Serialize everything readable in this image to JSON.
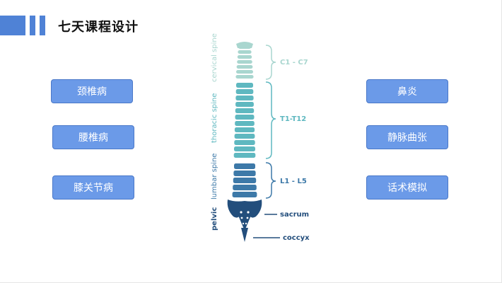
{
  "header": {
    "title": "七天课程设计"
  },
  "left_topics": [
    "颈椎病",
    "腰椎病",
    "膝关节病"
  ],
  "right_topics": [
    "鼻炎",
    "静脉曲张",
    "话术模拟"
  ],
  "spine": {
    "section_labels": {
      "cervical": "cervical spine",
      "thoracic": "thoracic spine",
      "lumbar": "lumbar spine",
      "pelvic": "pelvic"
    },
    "range_labels": {
      "cervical": "C1 - C7",
      "thoracic": "T1-T12",
      "lumbar": "L1 - L5"
    },
    "pointer_labels": {
      "sacrum": "sacrum",
      "coccyx": "coccyx"
    },
    "colors": {
      "cervical": "#a9d6cf",
      "thoracic": "#5fb8c0",
      "lumbar": "#3d79a8",
      "pelvic": "#234e7c"
    }
  }
}
